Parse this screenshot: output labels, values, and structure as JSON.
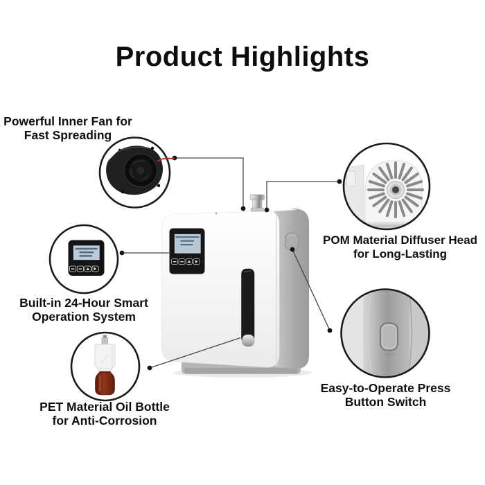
{
  "title": "Product Highlights",
  "callouts": {
    "fan": {
      "line1": "Powerful Inner Fan for",
      "line2": "Fast Spreading"
    },
    "smart": {
      "line1": "Built-in 24-Hour Smart",
      "line2": "Operation System"
    },
    "bottle": {
      "line1": "PET Material Oil Bottle",
      "line2": "for Anti-Corrosion"
    },
    "head": {
      "line1": "POM Material Diffuser Head",
      "line2": "for Long-Lasting"
    },
    "switch": {
      "line1": "Easy-to-Operate Press",
      "line2": "Button Switch"
    }
  },
  "images": {
    "fan": "blower-fan-photo",
    "smart": "lcd-control-panel-photo",
    "bottle": "amber-oil-bottle-photo",
    "head": "pom-diffuser-head-photo",
    "switch": "side-press-button-photo",
    "product": "aroma-diffuser-machine-photo"
  },
  "colors": {
    "text": "#0f0f0f",
    "circle_stroke": "#1a1a1a",
    "connector": "#454545",
    "lcd_screen": "#bccadb",
    "bottle_amber": "#7c2a13",
    "fan_wire_red": "#a63526",
    "product_side_gray": "#b0b0b0"
  }
}
